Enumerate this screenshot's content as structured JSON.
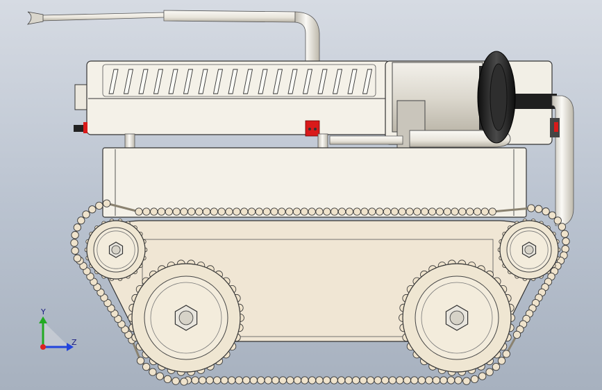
{
  "app": {
    "viewport_background": [
      "#d6dbe3",
      "#a7b1bf"
    ]
  },
  "model": {
    "body_color": "#f4f1e8",
    "edge_color": "#3a3a3a",
    "lower_panel_color": "#f0e6d4",
    "accent_red": "#d91a1a",
    "tire_color": "#1f1f1f",
    "component_names": [
      "antenna",
      "control-box",
      "vent-slots",
      "motor-housing",
      "tire-ring",
      "support-frame",
      "track-chassis",
      "front-idler-wheel",
      "rear-idler-wheel",
      "front-drive-wheel",
      "rear-drive-wheel",
      "track-belt"
    ]
  },
  "triad": {
    "y_label": "Y",
    "z_label": "Z",
    "colors": {
      "y": "#22aa22",
      "z": "#2244dd",
      "x": "#dd2222"
    }
  }
}
